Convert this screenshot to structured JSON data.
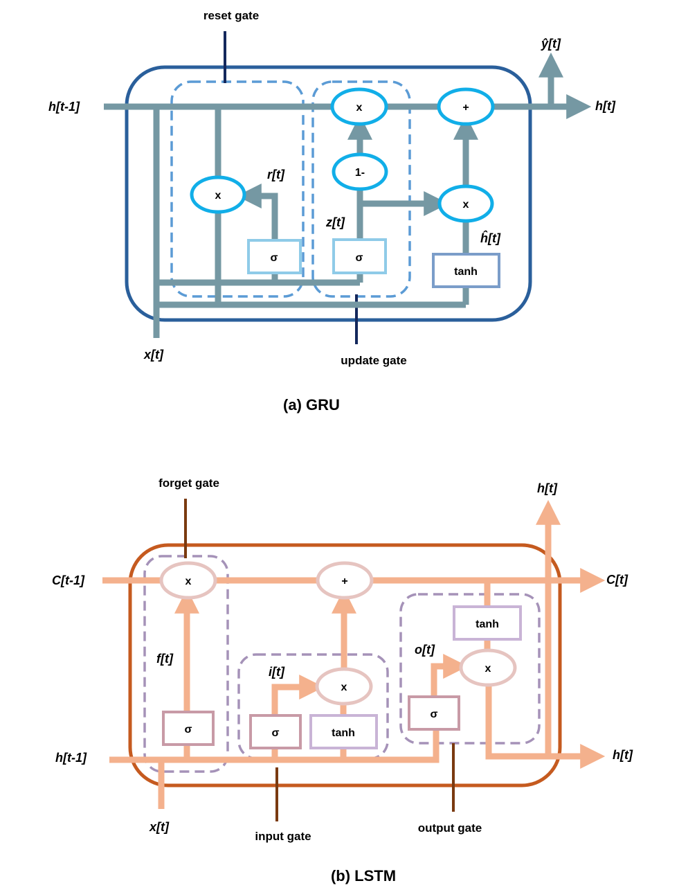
{
  "gru": {
    "caption": "(a) GRU",
    "labels": {
      "reset_gate": "reset gate",
      "update_gate": "update gate",
      "h_prev": "h[t-1]",
      "h_out": "h[t]",
      "y_hat": "ŷ[t]",
      "x_in": "x[t]",
      "r": "r[t]",
      "z": "z[t]",
      "h_tilde": "ĥ[t]"
    },
    "nodes": {
      "mul_reset": "x",
      "mul_top": "x",
      "plus": "+",
      "one_minus": "1-",
      "mul_right": "x",
      "sigma_r": "σ",
      "sigma_z": "σ",
      "tanh": "tanh"
    },
    "colors": {
      "line": "#7598a3",
      "outer_box": "#2a5f9b",
      "dash_box": "#5b9bd5",
      "ellipse": "#11aee8",
      "sigma_box": "#8fcbe8",
      "tanh_box": "#7b9dc9",
      "gate_stick": "#14285c"
    }
  },
  "lstm": {
    "caption": "(b) LSTM",
    "labels": {
      "forget_gate": "forget gate",
      "input_gate": "input gate",
      "output_gate": "output gate",
      "c_prev": "C[t-1]",
      "c_out": "C[t]",
      "h_prev": "h[t-1]",
      "h_out_top": "h[t]",
      "h_out_right": "h[t]",
      "x_in": "x[t]",
      "f": "f[t]",
      "i": "i[t]",
      "o": "o[t]"
    },
    "nodes": {
      "mul_forget": "x",
      "plus": "+",
      "mul_input": "x",
      "mul_output": "x",
      "sigma_f": "σ",
      "sigma_i": "σ",
      "tanh_in": "tanh",
      "sigma_o": "σ",
      "tanh_out": "tanh"
    },
    "colors": {
      "line": "#f4b18d",
      "outer_box": "#c55a1f",
      "dash_box": "#a592b8",
      "ellipse": "#e6c4c0",
      "sigma_box": "#c89aa6",
      "tanh_box": "#c9b4d6",
      "gate_stick": "#7a3a10"
    }
  }
}
